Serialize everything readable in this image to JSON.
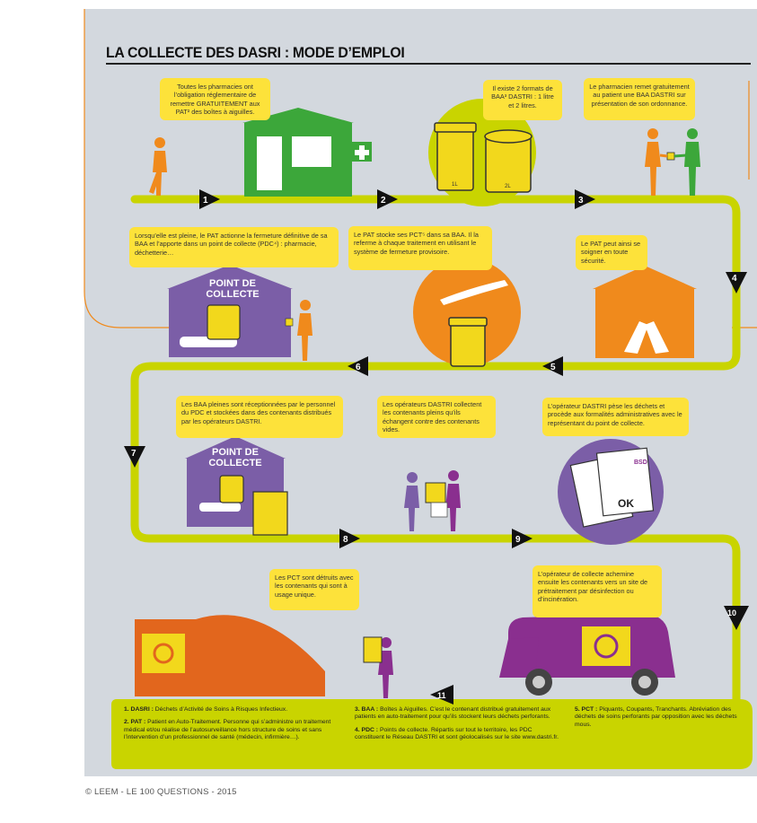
{
  "title": "LA COLLECTE DES DASRI : MODE D’EMPLOI",
  "colors": {
    "background": "#d3d8de",
    "path": "#c9d400",
    "orange": "#f08a1c",
    "green": "#3ca73a",
    "purple": "#7b5ea7",
    "yellow": "#fde23a",
    "van": "#8a2f8f",
    "factory": "#e2661d"
  },
  "steps": [
    "1",
    "2",
    "3",
    "4",
    "5",
    "6",
    "7",
    "8",
    "9",
    "10",
    "11"
  ],
  "bubbles": {
    "b1": "Toutes les pharmacies ont l’obligation réglementaire de remettre GRATUITEMENT aux PAT² des boîtes à aiguilles.",
    "b2": "Il existe 2 formats de BAA³ DASTRI : 1 litre et 2 litres.",
    "b3": "Le pharmacien remet gratuitement au patient une BAA DASTRI sur présentation de son ordonnance.",
    "b4": "Lorsqu’elle est pleine, le PAT actionne la fermeture définitive de sa BAA et l’apporte dans un point de collecte (PDC⁴) : pharmacie, déchetterie…",
    "b5": "Le PAT stocke ses PCT⁵ dans sa BAA. Il la referme à chaque traitement en utilisant le système de fermeture provisoire.",
    "b6": "Le PAT peut ainsi se soigner en toute sécurité.",
    "b7": "Les BAA pleines sont réceptionnées par le personnel du PDC et stockées dans des contenants distribués par les opérateurs DASTRI.",
    "b8": "Les opérateurs DASTRI collectent les contenants pleins qu’ils échangent contre des contenants vides.",
    "b9": "L’opérateur DASTRI pèse les déchets et procède aux formalités administratives avec le représentant du point de collecte.",
    "b10": "Les PCT sont détruits avec les contenants qui sont à usage unique.",
    "b11": "L’opérateur de collecte achemine ensuite les contenants vers un site de prétraitement par désinfection ou d’incinération."
  },
  "labels": {
    "pdc1": "POINT DE COLLECTE",
    "pdc2": "POINT DE COLLECTE",
    "box_1l": "1L",
    "box_2l": "2L",
    "bsd": "BSD",
    "ok": "OK"
  },
  "legend": {
    "col1": [
      {
        "term": "1. DASRI :",
        "text": " Déchets d’Activité de Soins à Risques Infectieux."
      },
      {
        "term": "2. PAT :",
        "text": " Patient en Auto-Traitement. Personne qui s’administre un traitement médical et/ou réalise de l’autosurveillance hors structure de soins et sans l’intervention d’un professionnel de santé (médecin, infirmière…)."
      }
    ],
    "col2": [
      {
        "term": "3. BAA :",
        "text": " Boîtes à Aiguilles. C’est le contenant distribué gratuitement aux patients en auto-traitement pour qu’ils stockent leurs déchets perforants."
      },
      {
        "term": "4. PDC :",
        "text": " Points de collecte. Répartis sur tout le territoire, les PDC constituent le Réseau DASTRI et sont géolocalisés sur le site www.dastri.fr."
      }
    ],
    "col3": [
      {
        "term": "5. PCT :",
        "text": " Piquants, Coupants, Tranchants. Abréviation des déchets de soins perforants par opposition avec les déchets mous."
      }
    ]
  },
  "footer": "© LEEM - LE 100 QUESTIONS - 2015"
}
